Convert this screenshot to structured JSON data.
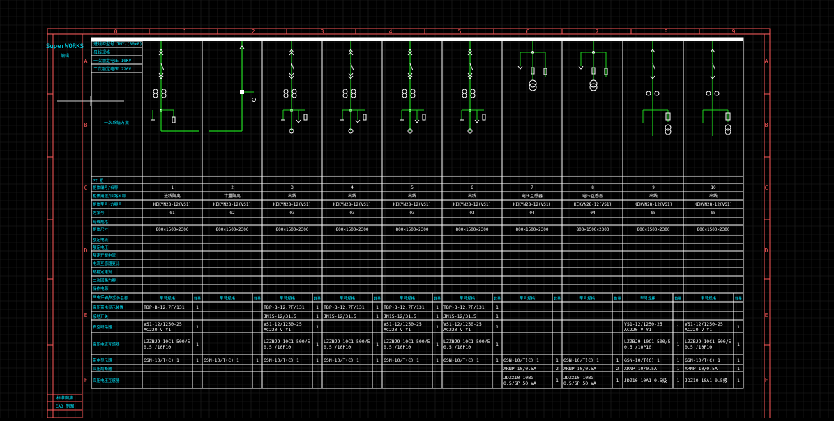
{
  "app": {
    "brand": "SuperWORKS",
    "brand_sub": "编辑"
  },
  "colors": {
    "frame": "#ff5a5a",
    "line": "#ffffff",
    "accent": "#00e8ff",
    "wire": "#1ed61e",
    "grid": "#202020"
  },
  "frame": {
    "col_labels": [
      "0",
      "1",
      "2",
      "3",
      "4",
      "5",
      "6",
      "7",
      "8",
      "9"
    ],
    "row_labels": [
      "A",
      "B",
      "C",
      "D",
      "E",
      "F"
    ],
    "footer_labels": [
      "标准图集",
      "CAD 制图"
    ]
  },
  "header": {
    "items": [
      "进线柜型号 TMY-(80x8)",
      "母线规格",
      "一次额定电压 10KV",
      "二次额定电压 220V"
    ],
    "side_label": "一次系统方案"
  },
  "params": {
    "labels": [
      "PT 柜",
      "柜体编号/名称",
      "柜体用途/回路名称",
      "柜体型号-方案号",
      "方案号",
      "母线规格",
      "柜体尺寸",
      "额定电流",
      "额定电压",
      "额定开断电流",
      "电流互感器变比",
      "热稳定电流",
      "二次回路方案",
      "操作电源",
      "继电保护方式"
    ],
    "cabinet_no": [
      "1",
      "2",
      "3",
      "4",
      "5",
      "6",
      "7",
      "8",
      "9",
      "10"
    ],
    "use": [
      "进线隔离",
      "计量隔离",
      "出线",
      "出线",
      "出线",
      "出线",
      "电压互感器",
      "电压互感器",
      "出线",
      "出线"
    ],
    "model": [
      "KEKYN28-12(VS1)",
      "KEKYN28-12(VS1)",
      "KEKYN28-12(VS1)",
      "KEKYN28-12(VS1)",
      "KEKYN28-12(VS1)",
      "KEKYN28-12(VS1)",
      "KEKYN28-12(VS1)",
      "KEKYN28-12(VS1)",
      "KEKYN28-12(VS1)",
      "KEKYN28-12(VS1)"
    ],
    "scheme": [
      "01",
      "02",
      "03",
      "03",
      "03",
      "03",
      "04",
      "04",
      "05",
      "05"
    ],
    "size": [
      "800×1500×2300",
      "800×1500×2300",
      "800×1500×2300",
      "800×1500×2300",
      "800×1500×2300",
      "800×1500×2300",
      "800×1500×2300",
      "800×1500×2300",
      "800×1500×2300",
      "800×1500×2300"
    ]
  },
  "equip": {
    "title": "电气元件名称",
    "col_header": "型号规格",
    "qty_header": "数量",
    "row_labels": [
      "高压带电显示装置",
      "接地开关",
      "真空断路器",
      "高压电流互感器",
      "带电显示器",
      "高压熔断器",
      "高压电压互感器"
    ],
    "cells": [
      [
        "TBP-B-12.7F/131",
        "",
        "TBP-B-12.7F/131",
        "TBP-B-12.7F/131",
        "TBP-B-12.7F/131",
        "TBP-B-12.7F/131",
        "",
        "",
        "",
        ""
      ],
      [
        "",
        "",
        "JN15-12/31.5",
        "JN15-12/31.5",
        "JN15-12/31.5",
        "JN15-12/31.5",
        "",
        "",
        "",
        ""
      ],
      [
        "VS1-12/1250-25 AC220 V Y1",
        "",
        "VS1-12/1250-25 AC220 V Y1",
        "",
        "VS1-12/1250-25 AC220 V Y1",
        "VS1-12/1250-25 AC220 V Y1",
        "",
        "",
        "VS1-12/1250-25 AC220 V Y1",
        "VS1-12/1250-25 AC220 V Y1"
      ],
      [
        "LZZBJ9-10C1 500/5 0.5 /10P10",
        "",
        "LZZBJ9-10C1 500/5 0.5 /10P10",
        "LZZBJ9-10C1 500/5 0.5 /10P10",
        "LZZBJ9-10C1 500/5 0.5 /10P10",
        "LZZBJ9-10C1 500/5 0.5 /10P10",
        "",
        "",
        "LZZBJ9-10C1 500/5 0.5 /10P10",
        "LZZBJ9-10C1 500/5 0.5 /10P10"
      ],
      [
        "GSN-10/T(C) 1",
        "GSN-10/T(C) 1",
        "GSN-10/T(C) 1",
        "GSN-10/T(C) 1",
        "GSN-10/T(C) 1",
        "GSN-10/T(C) 1",
        "GSN-10/T(C) 1",
        "GSN-10/T(C) 1",
        "GSN-10/T(C) 1",
        "GSN-10/T(C) 1"
      ],
      [
        "",
        "",
        "",
        "",
        "",
        "",
        "XRNP-10/0.5A",
        "XRNP-10/0.5A",
        "XRNP-10/0.5A",
        "XRNP-10/0.5A"
      ],
      [
        "",
        "",
        "",
        "",
        "",
        "",
        "JDZX10-10BG 0.5/6P 50 VA",
        "JDZX10-10BG 0.5/6P 50 VA",
        "JDZ10-10A1 0.5级",
        "JDZ10-10A1 0.5级"
      ]
    ],
    "qty": [
      [
        "1",
        "",
        "1",
        "1",
        "1",
        "1",
        "",
        "",
        "",
        ""
      ],
      [
        "",
        "",
        "1",
        "1",
        "1",
        "1",
        "",
        "",
        "",
        ""
      ],
      [
        "1",
        "",
        "1",
        "",
        "1",
        "1",
        "",
        "",
        "1",
        "1"
      ],
      [
        "1",
        "",
        "1",
        "1",
        "1",
        "1",
        "",
        "",
        "1",
        "1"
      ],
      [
        "1",
        "1",
        "1",
        "1",
        "1",
        "1",
        "1",
        "1",
        "1",
        "1"
      ],
      [
        "",
        "",
        "",
        "",
        "",
        "",
        "2",
        "2",
        "1",
        "1"
      ],
      [
        "",
        "",
        "",
        "",
        "",
        "",
        "1",
        "1",
        "1",
        "1"
      ]
    ]
  }
}
